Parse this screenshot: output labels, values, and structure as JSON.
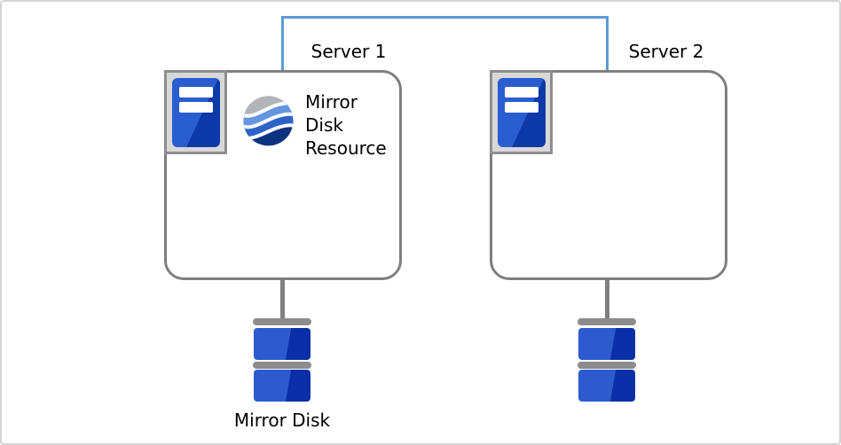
{
  "diagram": {
    "servers": [
      {
        "label": "Server 1"
      },
      {
        "label": "Server 2"
      }
    ],
    "mirror_disk_resource_label": "Mirror Disk Resource",
    "mirror_disk_label": "Mirror Disk",
    "icons": {
      "server": "server-icon",
      "resource": "mirror-disk-resource-icon",
      "disk": "mirror-disk-icon"
    }
  },
  "colors": {
    "canvas_border": "#d4d4d4",
    "connector_blue": "#5b9bd5",
    "box_border": "#7f7f7f",
    "icon_plate_bg": "#d8d8d8",
    "icon_plate_border": "#8e8e8e",
    "server_blue_light": "#2a5ed0",
    "server_blue_dark": "#0e39a8",
    "disk_cap_gray": "#8c8c8c",
    "disk_blue_light": "#2d5bce",
    "disk_blue_dark": "#0b2fa8",
    "line_gray": "#7f7f7f",
    "sphere_gray": "#b3b4b6",
    "sphere_light_blue": "#6495e0",
    "sphere_mid_blue": "#2e62c8",
    "sphere_navy": "#0c3380",
    "text": "#000000"
  }
}
